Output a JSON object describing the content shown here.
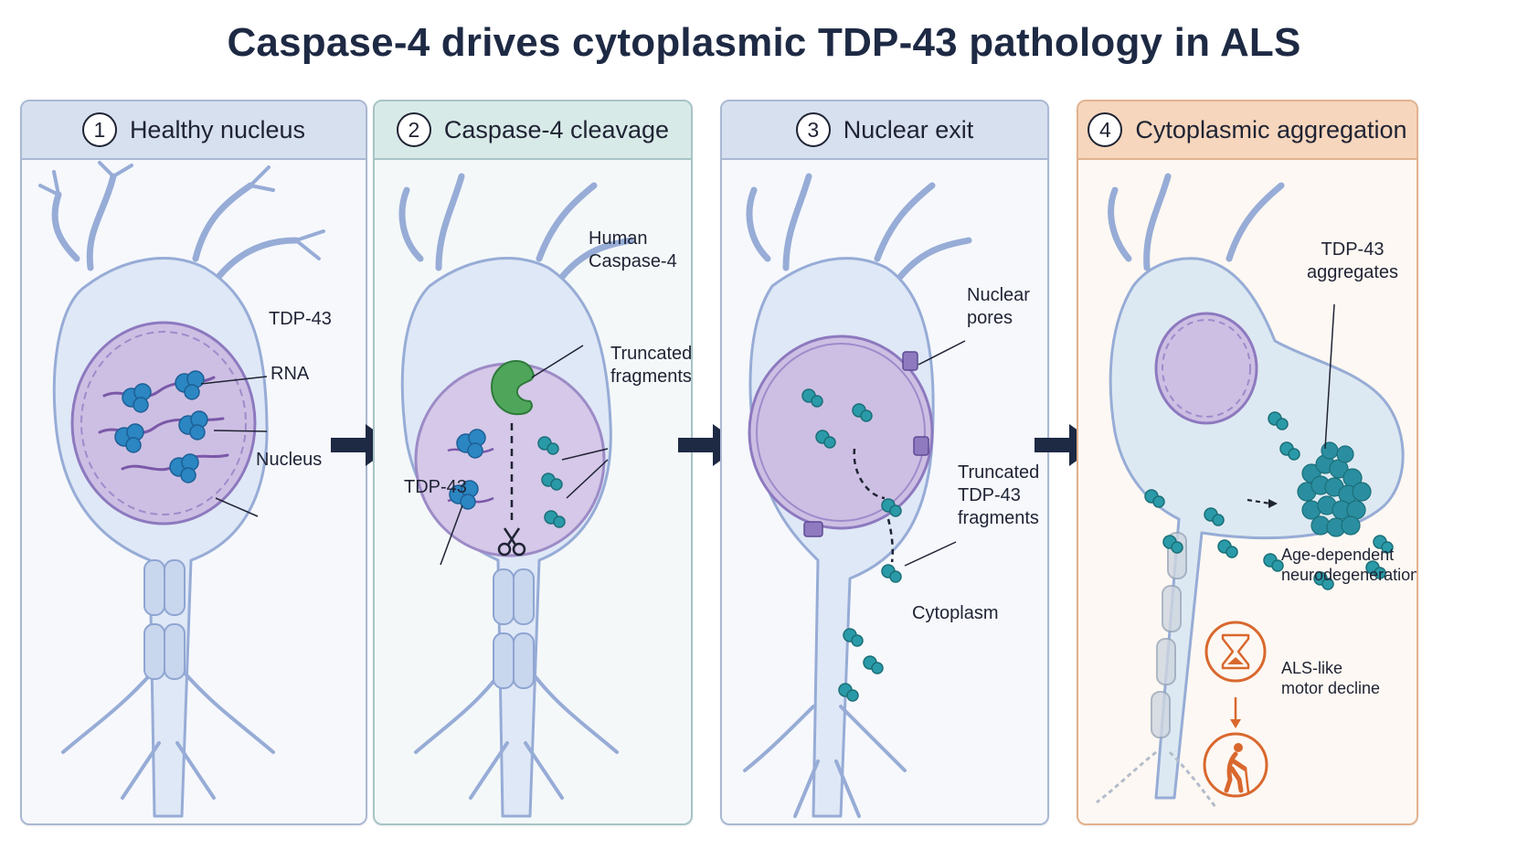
{
  "title": "Caspase-4 drives cytoplasmic TDP-43 pathology in ALS",
  "colors": {
    "navy": "#1e2a44",
    "cell_fill": "#dfe8f6",
    "cell_stroke": "#97acd6",
    "nucleus_fill": "#cdbfe3",
    "protein": "#2b86c2",
    "fragment": "#2a9aa8",
    "caspase": "#4fa65b",
    "accent_orange": "#d9682e"
  },
  "panels": [
    {
      "number": "1",
      "title": "Healthy nucleus",
      "labels": {
        "tdp43": "TDP-43",
        "rna": "RNA",
        "nucleus": "Nucleus"
      }
    },
    {
      "number": "2",
      "title": "Caspase-4 cleavage",
      "labels": {
        "caspase_line1": "Human",
        "caspase_line2": "Caspase-4",
        "trunc_line1": "Truncated",
        "trunc_line2": "fragments",
        "tdp43": "TDP-43"
      }
    },
    {
      "number": "3",
      "title": "Nuclear exit",
      "labels": {
        "pores_line1": "Nuclear",
        "pores_line2": "pores",
        "frag_line1": "Truncated",
        "frag_line2": "TDP-43",
        "frag_line3": "fragments",
        "cytoplasm": "Cytoplasm"
      }
    },
    {
      "number": "4",
      "title": "Cytoplasmic aggregation",
      "labels": {
        "agg_line1": "TDP-43",
        "agg_line2": "aggregates",
        "age_line1": "Age-dependent",
        "age_line2": "neurodegeneration",
        "als_line1": "ALS-like",
        "als_line2": "motor decline"
      }
    }
  ]
}
